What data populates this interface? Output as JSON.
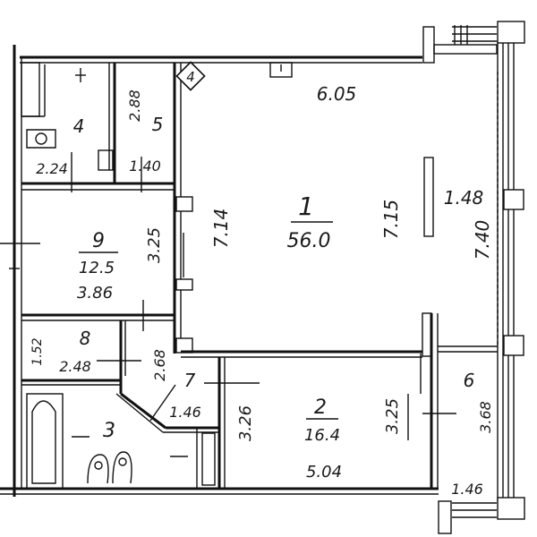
{
  "marker": "4",
  "rooms": [
    {
      "num": "1",
      "area": "56.0",
      "dims": [
        "6.05",
        "7.14",
        "7.15",
        "1.48",
        "7.40"
      ]
    },
    {
      "num": "2",
      "area": "16.4",
      "dims": [
        "3.26",
        "3.25",
        "5.04"
      ]
    },
    {
      "num": "3",
      "area": "",
      "dims": []
    },
    {
      "num": "4",
      "area": "",
      "dims": [
        "2.24"
      ]
    },
    {
      "num": "5",
      "area": "",
      "dims": [
        "2.88",
        "1.40"
      ]
    },
    {
      "num": "6",
      "area": "",
      "dims": [
        "3.68",
        "1.46"
      ]
    },
    {
      "num": "7",
      "area": "",
      "dims": [
        "2.68",
        "1.46"
      ]
    },
    {
      "num": "8",
      "area": "",
      "dims": [
        "1.52",
        "2.48"
      ]
    },
    {
      "num": "9",
      "area": "12.5",
      "dims": [
        "3.25",
        "3.86"
      ]
    }
  ]
}
